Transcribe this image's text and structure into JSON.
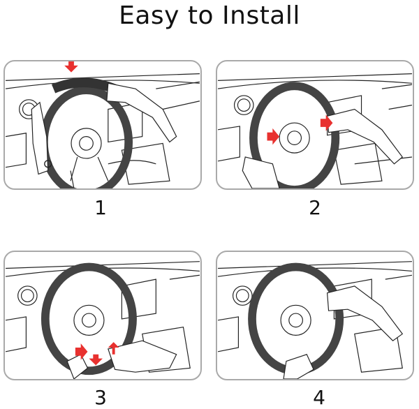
{
  "title": "Easy to Install",
  "steps": [
    {
      "number": "1"
    },
    {
      "number": "2"
    },
    {
      "number": "3"
    },
    {
      "number": "4"
    }
  ],
  "colors": {
    "panel_border": "#a9a9a9",
    "line_art": "#222222",
    "cover": "#4a4a4a",
    "arrow": "#e8312f"
  },
  "icons": {
    "arrow": "red-arrow-icon"
  }
}
